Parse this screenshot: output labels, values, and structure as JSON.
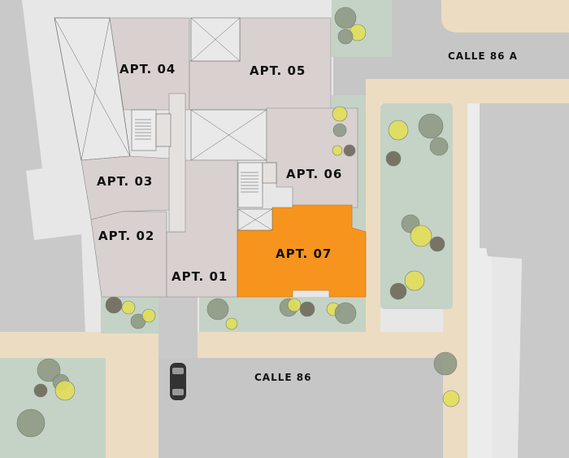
{
  "colors": {
    "background": "#e7e7e7",
    "neighbor_building": "#c9c9c9",
    "apartment": "#d8d1cf",
    "highlight_apartment": "#f7941d",
    "void": "#e9e9e9",
    "road": "#c6c6c6",
    "sidewalk": "#ecdcc2",
    "garden": "#c4d3c6",
    "tree_gray": "#8f9a86",
    "tree_yellow": "#e3df5a",
    "tree_dark": "#6f6a5c"
  },
  "apartments": [
    {
      "id": "01",
      "label": "APT. 01",
      "highlighted": false
    },
    {
      "id": "02",
      "label": "APT. 02",
      "highlighted": false
    },
    {
      "id": "03",
      "label": "APT. 03",
      "highlighted": false
    },
    {
      "id": "04",
      "label": "APT. 04",
      "highlighted": false
    },
    {
      "id": "05",
      "label": "APT. 05",
      "highlighted": false
    },
    {
      "id": "06",
      "label": "APT. 06",
      "highlighted": false
    },
    {
      "id": "07",
      "label": "APT. 07",
      "highlighted": true
    }
  ],
  "streets": [
    {
      "label": "CALLE 86 A"
    },
    {
      "label": "CALLE 86"
    }
  ],
  "icons": {
    "car": "car-icon",
    "tree": "tree-icon",
    "stairs": "stairs-icon"
  }
}
